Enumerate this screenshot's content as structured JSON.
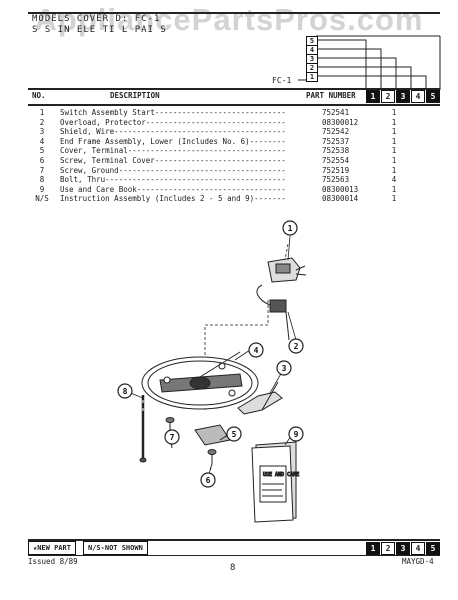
{
  "watermark": "AppliancePartsPros.com",
  "header": {
    "line1": "MODELS COVER D: FC-1",
    "line2": "S  S  IN  ELE  TI   L PAI S",
    "fc_label": "FC-1",
    "stack_digits": [
      "5",
      "4",
      "3",
      "2",
      "1"
    ],
    "corner_digits": [
      "1",
      "2",
      "3",
      "4",
      "5"
    ]
  },
  "columns": {
    "no": "NO.",
    "description": "DESCRIPTION",
    "part_number": "PART NUMBER",
    "key_boxes": [
      "1",
      "2",
      "3",
      "4",
      "5"
    ]
  },
  "parts": [
    {
      "no": "1",
      "desc": "Switch Assembly Start-----------------------------",
      "pn": "752541",
      "qty": "1"
    },
    {
      "no": "2",
      "desc": "Overload, Protector-------------------------------",
      "pn": "08300012",
      "qty": "1"
    },
    {
      "no": "3",
      "desc": "Shield, Wire--------------------------------------",
      "pn": "752542",
      "qty": "1"
    },
    {
      "no": "4",
      "desc": "End Frame Assembly, Lower (Includes No. 6)--------",
      "pn": "752537",
      "qty": "1"
    },
    {
      "no": "5",
      "desc": "Cover, Terminal-----------------------------------",
      "pn": "752538",
      "qty": "1"
    },
    {
      "no": "6",
      "desc": "Screw, Terminal Cover-----------------------------",
      "pn": "752554",
      "qty": "1"
    },
    {
      "no": "7",
      "desc": "Screw, Ground-------------------------------------",
      "pn": "752519",
      "qty": "1"
    },
    {
      "no": "8",
      "desc": "Bolt, Thru----------------------------------------",
      "pn": "752563",
      "qty": "4"
    },
    {
      "no": "9",
      "desc": "Use and Care Book---------------------------------",
      "pn": "08300013",
      "qty": "1"
    },
    {
      "no": "N/S",
      "desc": "Instruction Assembly (Includes 2 - 5 and 9)-------",
      "pn": "08300014",
      "qty": "1"
    }
  ],
  "callouts": [
    "1",
    "2",
    "3",
    "4",
    "5",
    "6",
    "7",
    "8",
    "9"
  ],
  "booklet_text": "USE AND CARE",
  "footer": {
    "new_part": "★NEW PART",
    "not_shown": "N/S-NOT SHOWN",
    "issued": "Issued 8/89",
    "page": "8",
    "code": "MAYGD-4",
    "boxes": [
      "1",
      "2",
      "3",
      "4",
      "5"
    ]
  }
}
